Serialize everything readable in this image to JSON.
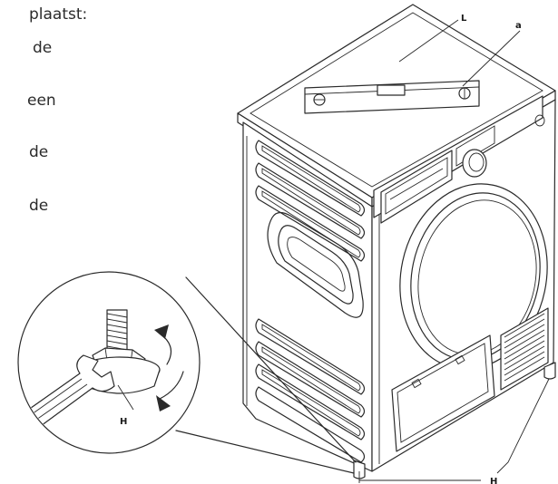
{
  "text_fragments": [
    "plaatst:",
    "de",
    "een",
    "de",
    "de"
  ],
  "callouts": {
    "level_label": "L",
    "bubble_label": "a",
    "foot_label_zoom": "H",
    "foot_label_main": "H"
  },
  "colors": {
    "line": "#2a2a2a",
    "background": "#ffffff"
  },
  "icons": [
    "rotation-arrow-icon",
    "wrench-icon",
    "spirit-level-icon"
  ]
}
